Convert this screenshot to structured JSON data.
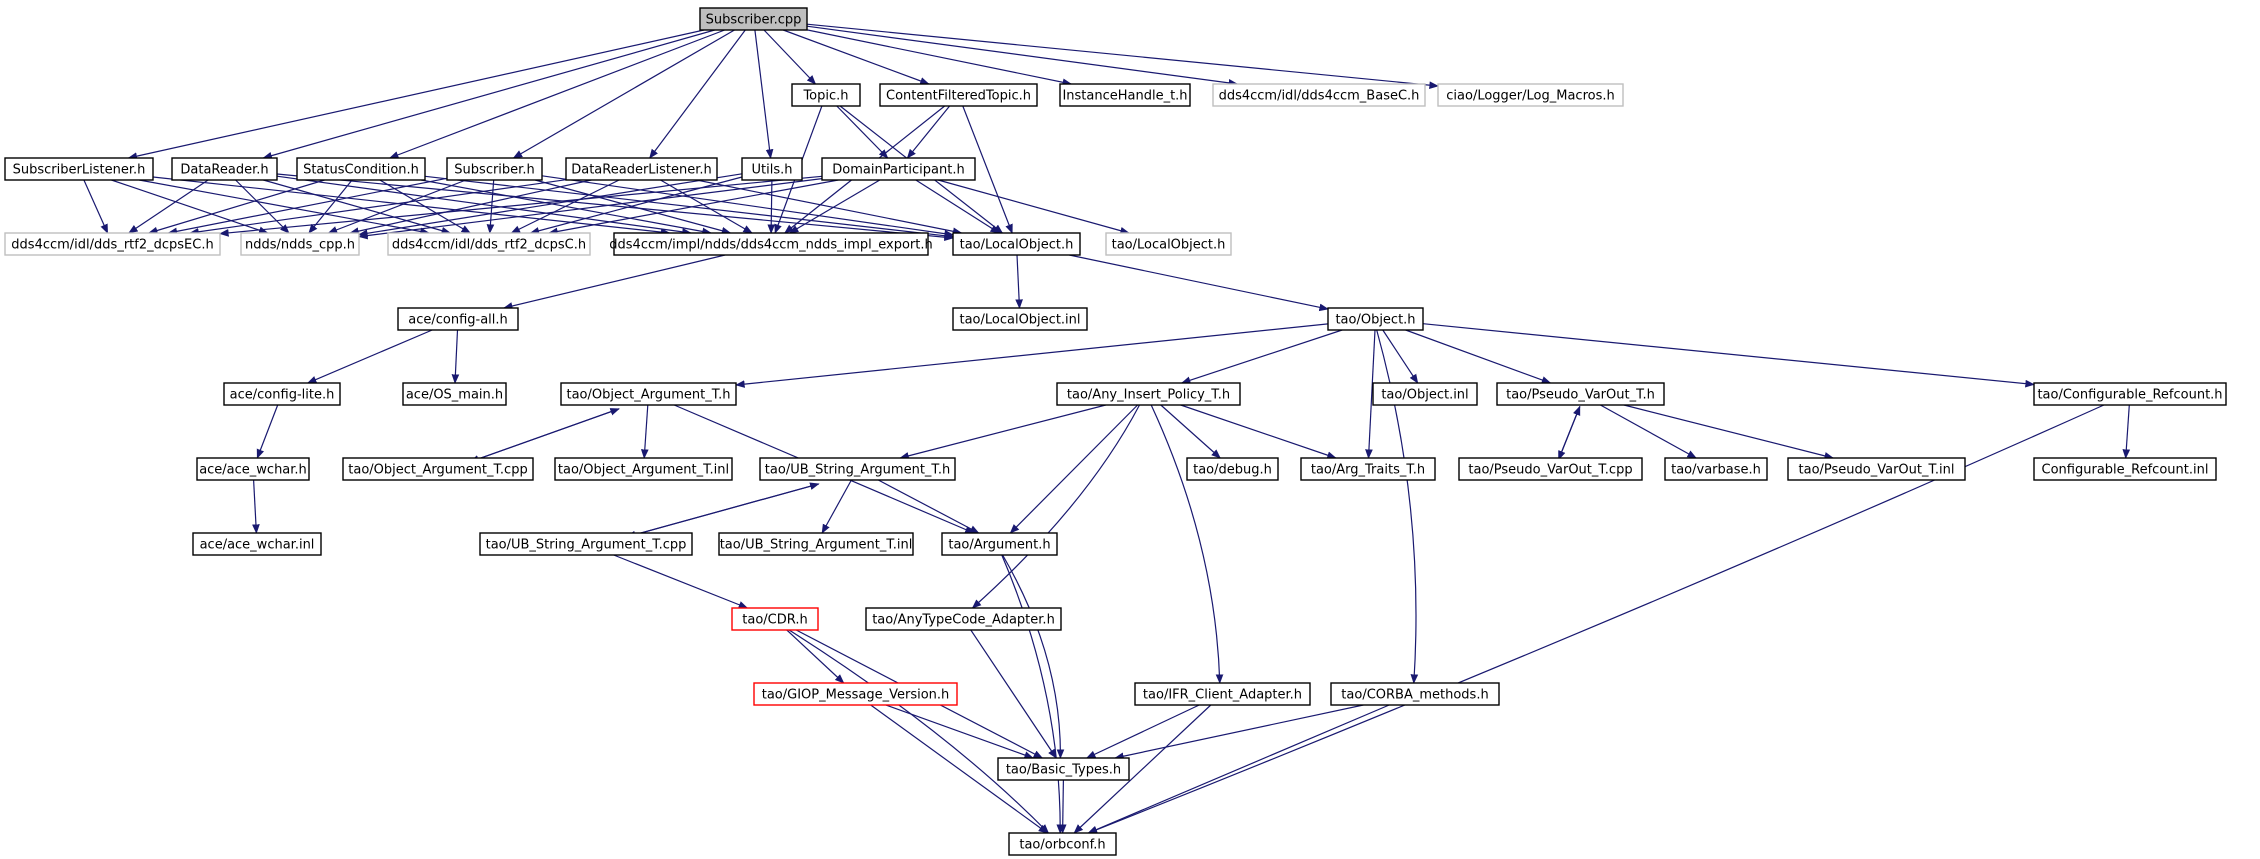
{
  "colors": {
    "edge": "#191970",
    "node_default": "#000000",
    "node_external": "#bfbfbf",
    "node_truncated": "#ff0000",
    "root_fill": "#bfbfbf"
  },
  "nodes": [
    {
      "id": "subscriber_cpp",
      "label": "Subscriber.cpp",
      "kind": "root"
    },
    {
      "id": "topic_h",
      "label": "Topic.h",
      "kind": "default"
    },
    {
      "id": "cft_h",
      "label": "ContentFilteredTopic.h",
      "kind": "default"
    },
    {
      "id": "instancehandle_h",
      "label": "InstanceHandle_t.h",
      "kind": "default"
    },
    {
      "id": "basec_h",
      "label": "dds4ccm/idl/dds4ccm_BaseC.h",
      "kind": "external"
    },
    {
      "id": "logmacros_h",
      "label": "ciao/Logger/Log_Macros.h",
      "kind": "external"
    },
    {
      "id": "sublistener_h",
      "label": "SubscriberListener.h",
      "kind": "default"
    },
    {
      "id": "datareader_h",
      "label": "DataReader.h",
      "kind": "default"
    },
    {
      "id": "statuscond_h",
      "label": "StatusCondition.h",
      "kind": "default"
    },
    {
      "id": "subscriber_h",
      "label": "Subscriber.h",
      "kind": "default"
    },
    {
      "id": "drlistener_h",
      "label": "DataReaderListener.h",
      "kind": "default"
    },
    {
      "id": "utils_h",
      "label": "Utils.h",
      "kind": "default"
    },
    {
      "id": "dp_h",
      "label": "DomainParticipant.h",
      "kind": "default"
    },
    {
      "id": "dcpsec_h",
      "label": "dds4ccm/idl/dds_rtf2_dcpsEC.h",
      "kind": "external"
    },
    {
      "id": "nddscpp_h",
      "label": "ndds/ndds_cpp.h",
      "kind": "external"
    },
    {
      "id": "dcpsc_h",
      "label": "dds4ccm/idl/dds_rtf2_dcpsC.h",
      "kind": "external"
    },
    {
      "id": "implexport_h",
      "label": "dds4ccm/impl/ndds/dds4ccm_ndds_impl_export.h",
      "kind": "default"
    },
    {
      "id": "taolocalobj_h",
      "label": "tao/LocalObject.h",
      "kind": "default"
    },
    {
      "id": "taolocalobj_h_ext",
      "label": "tao/LocalObject.h",
      "kind": "external"
    },
    {
      "id": "configall_h",
      "label": "ace/config-all.h",
      "kind": "default"
    },
    {
      "id": "taolocalobj_inl",
      "label": "tao/LocalObject.inl",
      "kind": "default"
    },
    {
      "id": "taoobject_h",
      "label": "tao/Object.h",
      "kind": "default"
    },
    {
      "id": "configlite_h",
      "label": "ace/config-lite.h",
      "kind": "default"
    },
    {
      "id": "osmain_h",
      "label": "ace/OS_main.h",
      "kind": "default"
    },
    {
      "id": "objarg_h",
      "label": "tao/Object_Argument_T.h",
      "kind": "default"
    },
    {
      "id": "anyinsert_h",
      "label": "tao/Any_Insert_Policy_T.h",
      "kind": "default"
    },
    {
      "id": "object_inl",
      "label": "tao/Object.inl",
      "kind": "default"
    },
    {
      "id": "pseudovar_h",
      "label": "tao/Pseudo_VarOut_T.h",
      "kind": "default"
    },
    {
      "id": "configref_h",
      "label": "tao/Configurable_Refcount.h",
      "kind": "default"
    },
    {
      "id": "acewchar_h",
      "label": "ace/ace_wchar.h",
      "kind": "default"
    },
    {
      "id": "objarg_cpp",
      "label": "tao/Object_Argument_T.cpp",
      "kind": "default"
    },
    {
      "id": "objarg_inl",
      "label": "tao/Object_Argument_T.inl",
      "kind": "default"
    },
    {
      "id": "ubstr_h",
      "label": "tao/UB_String_Argument_T.h",
      "kind": "default"
    },
    {
      "id": "debug_h",
      "label": "tao/debug.h",
      "kind": "default"
    },
    {
      "id": "argtraits_h",
      "label": "tao/Arg_Traits_T.h",
      "kind": "default"
    },
    {
      "id": "pseudovar_cpp",
      "label": "tao/Pseudo_VarOut_T.cpp",
      "kind": "default"
    },
    {
      "id": "varbase_h",
      "label": "tao/varbase.h",
      "kind": "default"
    },
    {
      "id": "pseudovar_inl",
      "label": "tao/Pseudo_VarOut_T.inl",
      "kind": "default"
    },
    {
      "id": "configref_inl",
      "label": "Configurable_Refcount.inl",
      "kind": "default"
    },
    {
      "id": "acewchar_inl",
      "label": "ace/ace_wchar.inl",
      "kind": "default"
    },
    {
      "id": "ubstr_cpp",
      "label": "tao/UB_String_Argument_T.cpp",
      "kind": "default"
    },
    {
      "id": "ubstr_inl",
      "label": "tao/UB_String_Argument_T.inl",
      "kind": "default"
    },
    {
      "id": "argument_h",
      "label": "tao/Argument.h",
      "kind": "default"
    },
    {
      "id": "cdr_h",
      "label": "tao/CDR.h",
      "kind": "truncated"
    },
    {
      "id": "anytc_h",
      "label": "tao/AnyTypeCode_Adapter.h",
      "kind": "default"
    },
    {
      "id": "giop_h",
      "label": "tao/GIOP_Message_Version.h",
      "kind": "truncated"
    },
    {
      "id": "ifr_h",
      "label": "tao/IFR_Client_Adapter.h",
      "kind": "default"
    },
    {
      "id": "corba_h",
      "label": "tao/CORBA_methods.h",
      "kind": "default"
    },
    {
      "id": "basictypes_h",
      "label": "tao/Basic_Types.h",
      "kind": "default"
    },
    {
      "id": "orbconf_h",
      "label": "tao/orbconf.h",
      "kind": "default"
    }
  ],
  "edges": [
    [
      "subscriber_cpp",
      "topic_h"
    ],
    [
      "subscriber_cpp",
      "cft_h"
    ],
    [
      "subscriber_cpp",
      "instancehandle_h"
    ],
    [
      "subscriber_cpp",
      "basec_h"
    ],
    [
      "subscriber_cpp",
      "logmacros_h"
    ],
    [
      "subscriber_cpp",
      "sublistener_h"
    ],
    [
      "subscriber_cpp",
      "datareader_h"
    ],
    [
      "subscriber_cpp",
      "statuscond_h"
    ],
    [
      "subscriber_cpp",
      "subscriber_h"
    ],
    [
      "subscriber_cpp",
      "drlistener_h"
    ],
    [
      "subscriber_cpp",
      "utils_h"
    ],
    [
      "topic_h",
      "dp_h"
    ],
    [
      "topic_h",
      "taolocalobj_h"
    ],
    [
      "topic_h",
      "implexport_h"
    ],
    [
      "cft_h",
      "dp_h"
    ],
    [
      "cft_h",
      "taolocalobj_h"
    ],
    [
      "cft_h",
      "implexport_h"
    ],
    [
      "sublistener_h",
      "dcpsec_h"
    ],
    [
      "sublistener_h",
      "nddscpp_h"
    ],
    [
      "sublistener_h",
      "dcpsc_h"
    ],
    [
      "sublistener_h",
      "implexport_h"
    ],
    [
      "datareader_h",
      "dcpsec_h"
    ],
    [
      "datareader_h",
      "nddscpp_h"
    ],
    [
      "datareader_h",
      "dcpsc_h"
    ],
    [
      "datareader_h",
      "implexport_h"
    ],
    [
      "datareader_h",
      "taolocalobj_h"
    ],
    [
      "statuscond_h",
      "dcpsec_h"
    ],
    [
      "statuscond_h",
      "nddscpp_h"
    ],
    [
      "statuscond_h",
      "dcpsc_h"
    ],
    [
      "statuscond_h",
      "implexport_h"
    ],
    [
      "statuscond_h",
      "taolocalobj_h"
    ],
    [
      "subscriber_h",
      "dcpsec_h"
    ],
    [
      "subscriber_h",
      "nddscpp_h"
    ],
    [
      "subscriber_h",
      "dcpsc_h"
    ],
    [
      "subscriber_h",
      "implexport_h"
    ],
    [
      "subscriber_h",
      "taolocalobj_h"
    ],
    [
      "drlistener_h",
      "dcpsec_h"
    ],
    [
      "drlistener_h",
      "nddscpp_h"
    ],
    [
      "drlistener_h",
      "dcpsc_h"
    ],
    [
      "drlistener_h",
      "implexport_h"
    ],
    [
      "drlistener_h",
      "taolocalobj_h"
    ],
    [
      "utils_h",
      "nddscpp_h"
    ],
    [
      "utils_h",
      "dcpsc_h"
    ],
    [
      "utils_h",
      "implexport_h"
    ],
    [
      "dp_h",
      "dcpsec_h"
    ],
    [
      "dp_h",
      "nddscpp_h"
    ],
    [
      "dp_h",
      "dcpsc_h"
    ],
    [
      "dp_h",
      "implexport_h"
    ],
    [
      "dp_h",
      "taolocalobj_h"
    ],
    [
      "dp_h",
      "taolocalobj_h_ext"
    ],
    [
      "implexport_h",
      "configall_h"
    ],
    [
      "taolocalobj_h",
      "taolocalobj_inl"
    ],
    [
      "taolocalobj_h",
      "taoobject_h"
    ],
    [
      "configall_h",
      "configlite_h"
    ],
    [
      "configall_h",
      "osmain_h"
    ],
    [
      "configlite_h",
      "acewchar_h"
    ],
    [
      "acewchar_h",
      "acewchar_inl"
    ],
    [
      "taoobject_h",
      "objarg_h"
    ],
    [
      "taoobject_h",
      "anyinsert_h"
    ],
    [
      "taoobject_h",
      "object_inl"
    ],
    [
      "taoobject_h",
      "pseudovar_h"
    ],
    [
      "taoobject_h",
      "configref_h"
    ],
    [
      "taoobject_h",
      "argtraits_h"
    ],
    [
      "taoobject_h",
      "corba_h"
    ],
    [
      "objarg_h",
      "objarg_cpp"
    ],
    [
      "objarg_cpp",
      "objarg_h"
    ],
    [
      "objarg_h",
      "objarg_inl"
    ],
    [
      "objarg_h",
      "argument_h"
    ],
    [
      "anyinsert_h",
      "ubstr_h"
    ],
    [
      "anyinsert_h",
      "debug_h"
    ],
    [
      "anyinsert_h",
      "argtraits_h"
    ],
    [
      "anyinsert_h",
      "argument_h"
    ],
    [
      "anyinsert_h",
      "anytc_h"
    ],
    [
      "anyinsert_h",
      "ifr_h"
    ],
    [
      "pseudovar_h",
      "pseudovar_cpp"
    ],
    [
      "pseudovar_cpp",
      "pseudovar_h"
    ],
    [
      "pseudovar_h",
      "varbase_h"
    ],
    [
      "pseudovar_h",
      "pseudovar_inl"
    ],
    [
      "configref_h",
      "configref_inl"
    ],
    [
      "configref_h",
      "orbconf_h"
    ],
    [
      "ubstr_h",
      "ubstr_cpp"
    ],
    [
      "ubstr_cpp",
      "ubstr_h"
    ],
    [
      "ubstr_h",
      "ubstr_inl"
    ],
    [
      "ubstr_h",
      "argument_h"
    ],
    [
      "ubstr_cpp",
      "cdr_h"
    ],
    [
      "argument_h",
      "basictypes_h"
    ],
    [
      "argument_h",
      "orbconf_h"
    ],
    [
      "cdr_h",
      "giop_h"
    ],
    [
      "cdr_h",
      "basictypes_h"
    ],
    [
      "cdr_h",
      "orbconf_h"
    ],
    [
      "anytc_h",
      "basictypes_h"
    ],
    [
      "giop_h",
      "basictypes_h"
    ],
    [
      "giop_h",
      "orbconf_h"
    ],
    [
      "ifr_h",
      "basictypes_h"
    ],
    [
      "ifr_h",
      "orbconf_h"
    ],
    [
      "corba_h",
      "basictypes_h"
    ],
    [
      "corba_h",
      "orbconf_h"
    ],
    [
      "basictypes_h",
      "orbconf_h"
    ]
  ]
}
